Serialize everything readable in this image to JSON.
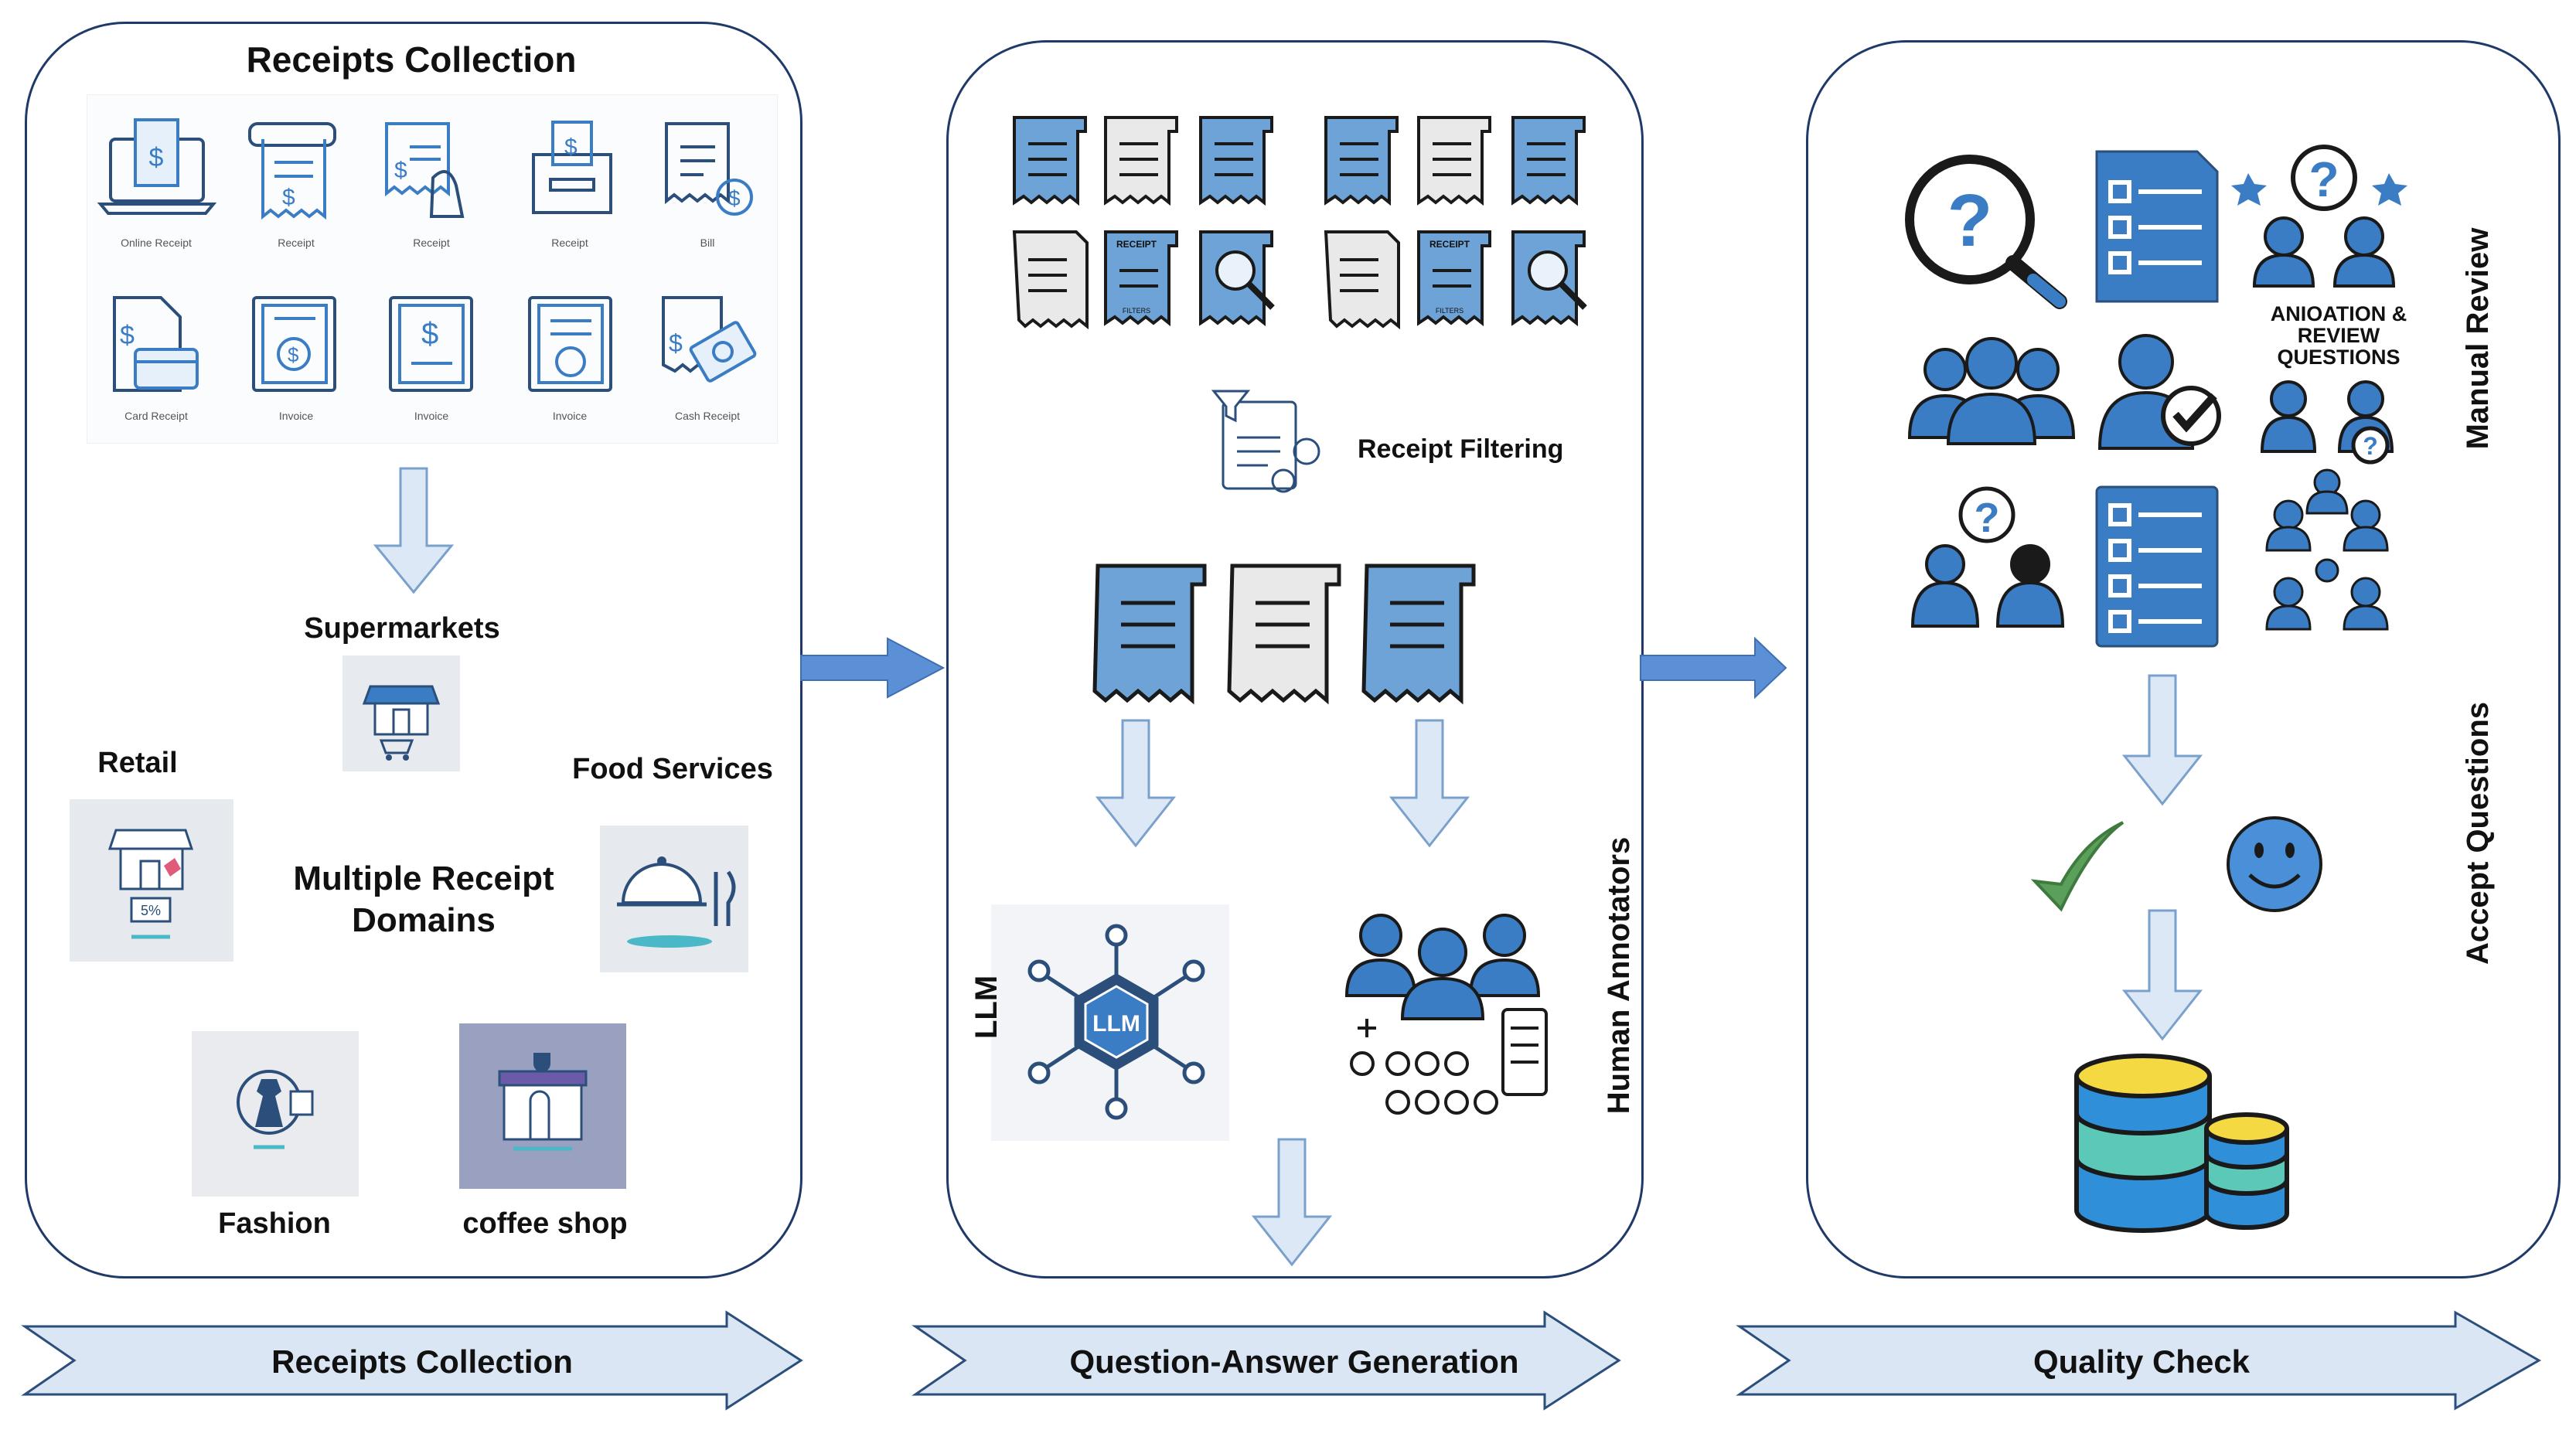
{
  "stage1": {
    "title": "Receipts Collection",
    "receipt_types": [
      "Online Receipt",
      "Receipt",
      "Receipt",
      "Receipt",
      "Bill",
      "Card Receipt",
      "Invoice",
      "Invoice",
      "Invoice",
      "Cash Receipt"
    ],
    "domains_title": "Multiple Receipt Domains",
    "domains": {
      "supermarkets": "Supermarkets",
      "retail": "Retail",
      "food_services": "Food Services",
      "fashion": "Fashion",
      "coffee_shop": "coffee shop"
    },
    "retail_discount": "5%",
    "banner": "Receipts Collection"
  },
  "stage2": {
    "filtering": "Receipt Filtering",
    "receipt_tag": "RECEIPT",
    "filters_tag": "FILTERS",
    "llm_label": "LLM",
    "llm_icon_text": "LLM",
    "human_label": "Human Annotators",
    "banner": "Question-Answer Generation"
  },
  "stage3": {
    "annotation_label": "ANIOATION & REVIEW QUESTIONS",
    "manual_review": "Manual Review",
    "accept_questions": "Accept Questions",
    "banner": "Quality Check"
  },
  "colors": {
    "panel_border": "#1f3a68",
    "accent_blue": "#3b7dc4",
    "light_arrow_fill": "#dce8f5",
    "flow_arrow": "#5b8fd6",
    "banner_fill": "#dbe6f4",
    "db_yellow": "#f5d942",
    "db_teal": "#5bc8b8",
    "db_blue": "#2f8fd8",
    "check_green": "#5aa05a",
    "smiley": "#4a90d9"
  }
}
